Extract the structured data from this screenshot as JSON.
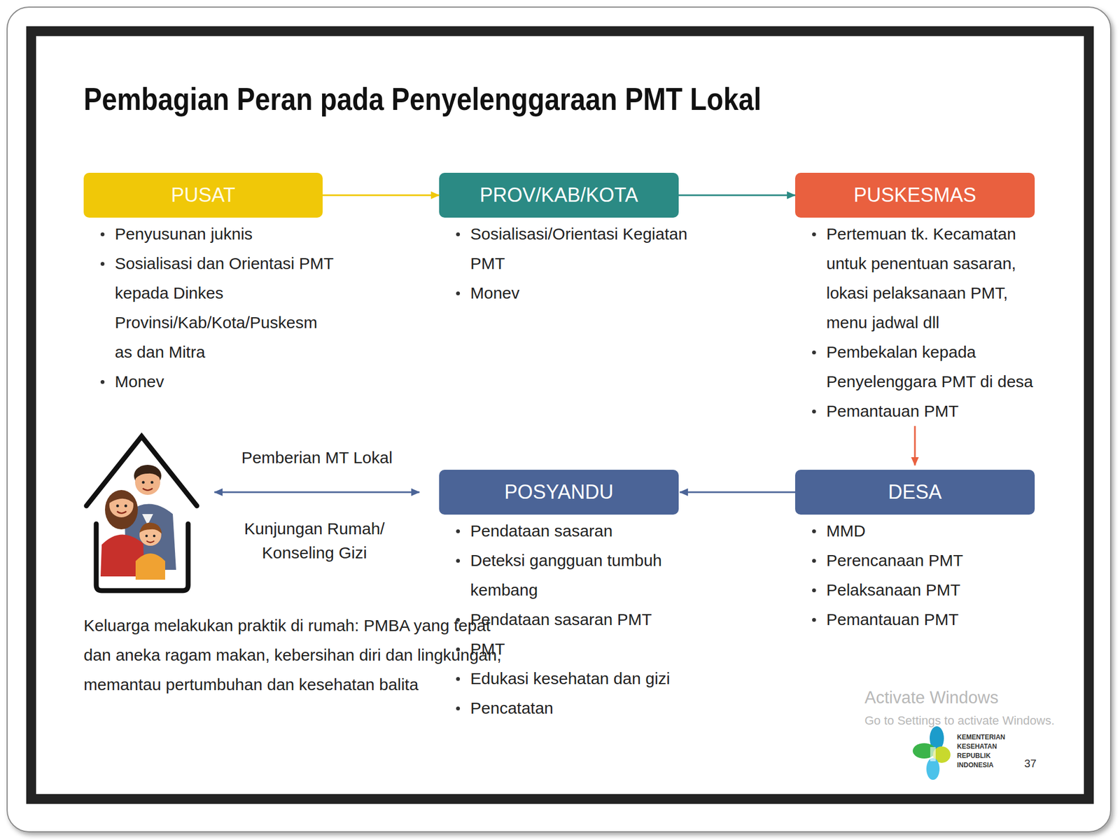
{
  "diagram": {
    "title": "Pembagian Peran pada Penyelenggaraan PMT Lokal",
    "nodes": [
      {
        "text": [
          "PUSAT",
          "Penyusunan juknis",
          "Sosialisasi dan Orientasi PMT kepada Dinkes Provinsi/Kab/Kota/Puskesm as dan Mitra",
          "Monev"
        ]
      },
      {
        "text": [
          "PROV/KAB/KOTA",
          "Sosialisasi/Orientasi Kegiatan PMT",
          "Monev"
        ]
      },
      {
        "text": [
          "PUSKESMAS",
          "Pertemuan tk. Kecamatan untuk penentuan sasaran, lokasi pelaksanaan PMT, menu jadwal dll",
          "Pembekalan kepada Penyelenggara PMT di desa",
          "Pemantauan PMT"
        ]
      },
      {
        "text": [
          "Keluarga melakukan praktik di rumah: PMBA yang tepat dan aneka ragam makan, kebersihan diri dan lingkungan, memantau pertumbuhan dan kesehatan balita"
        ]
      },
      {
        "text": [
          "POSYANDU",
          "Pendataan sasaran",
          "Deteksi gangguan tumbuh kembang",
          "Pendataan sasaran PMT",
          "PMT",
          "Edukasi kesehatan dan gizi",
          "Pencatatan"
        ]
      },
      {
        "text": [
          "DESA",
          "MMD",
          "Perencanaan PMT",
          "Pelaksanaan PMT",
          "Pemantauan PMT"
        ]
      }
    ],
    "edges": [
      {
        "from": 0,
        "to": 1,
        "arrow": "to"
      },
      {
        "from": 1,
        "to": 2,
        "arrow": "to"
      },
      {
        "from": 2,
        "to": 5,
        "arrow": "to"
      },
      {
        "from": 5,
        "to": 4,
        "arrow": "to"
      },
      {
        "from": 3,
        "to": 4,
        "label": "Pemberian MT Lokal",
        "arrow": "both"
      }
    ],
    "labels": [
      "Kunjungan Rumah/ Konseling Gizi",
      "Activate Windows",
      "Go to Settings to activate Windows.",
      "KEMENTERIAN KESEHATAN REPUBLIK INDONESIA",
      "37"
    ]
  }
}
